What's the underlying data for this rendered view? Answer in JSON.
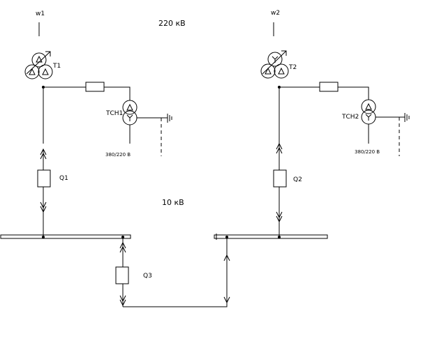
{
  "labels": {
    "w1": "w1",
    "w2": "w2",
    "hv_voltage": "220 кВ",
    "lv_voltage": "10 кВ",
    "t1": "T1",
    "t2": "T2",
    "tsn1": "ТСН1",
    "tsn2": "ТСН2",
    "tsn1_voltage": "380/220 В",
    "tsn2_voltage": "380/220 В",
    "q1": "Q1",
    "q2": "Q2",
    "q3": "Q3"
  },
  "colors": {
    "line": "#000000",
    "background": "#ffffff"
  }
}
